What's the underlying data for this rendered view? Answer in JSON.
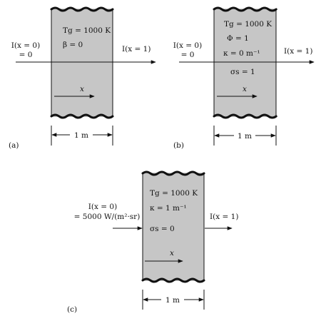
{
  "panels": {
    "a": {
      "tag": "(a)",
      "left_label": [
        "I(x = 0)",
        "= 0"
      ],
      "right_label": "I(x = 1)",
      "props": [
        "Tg = 1000 K",
        "β = 0"
      ],
      "x_label": "x",
      "width_label": "1 m"
    },
    "b": {
      "tag": "(b)",
      "left_label": [
        "I(x = 0)",
        "= 0"
      ],
      "right_label": "I(x = 1)",
      "props": [
        "Tg = 1000 K",
        "Φ = 1",
        "κ = 0 m⁻¹",
        "σs = 1"
      ],
      "x_label": "x",
      "width_label": "1 m"
    },
    "c": {
      "tag": "(c)",
      "left_label": [
        "I(x = 0)",
        "= 5000 W/(m²·sr)"
      ],
      "right_label": "I(x = 1)",
      "props": [
        "Tg = 1000 K",
        "κ = 1 m⁻¹",
        "σs = 0"
      ],
      "x_label": "x",
      "width_label": "1 m"
    }
  }
}
